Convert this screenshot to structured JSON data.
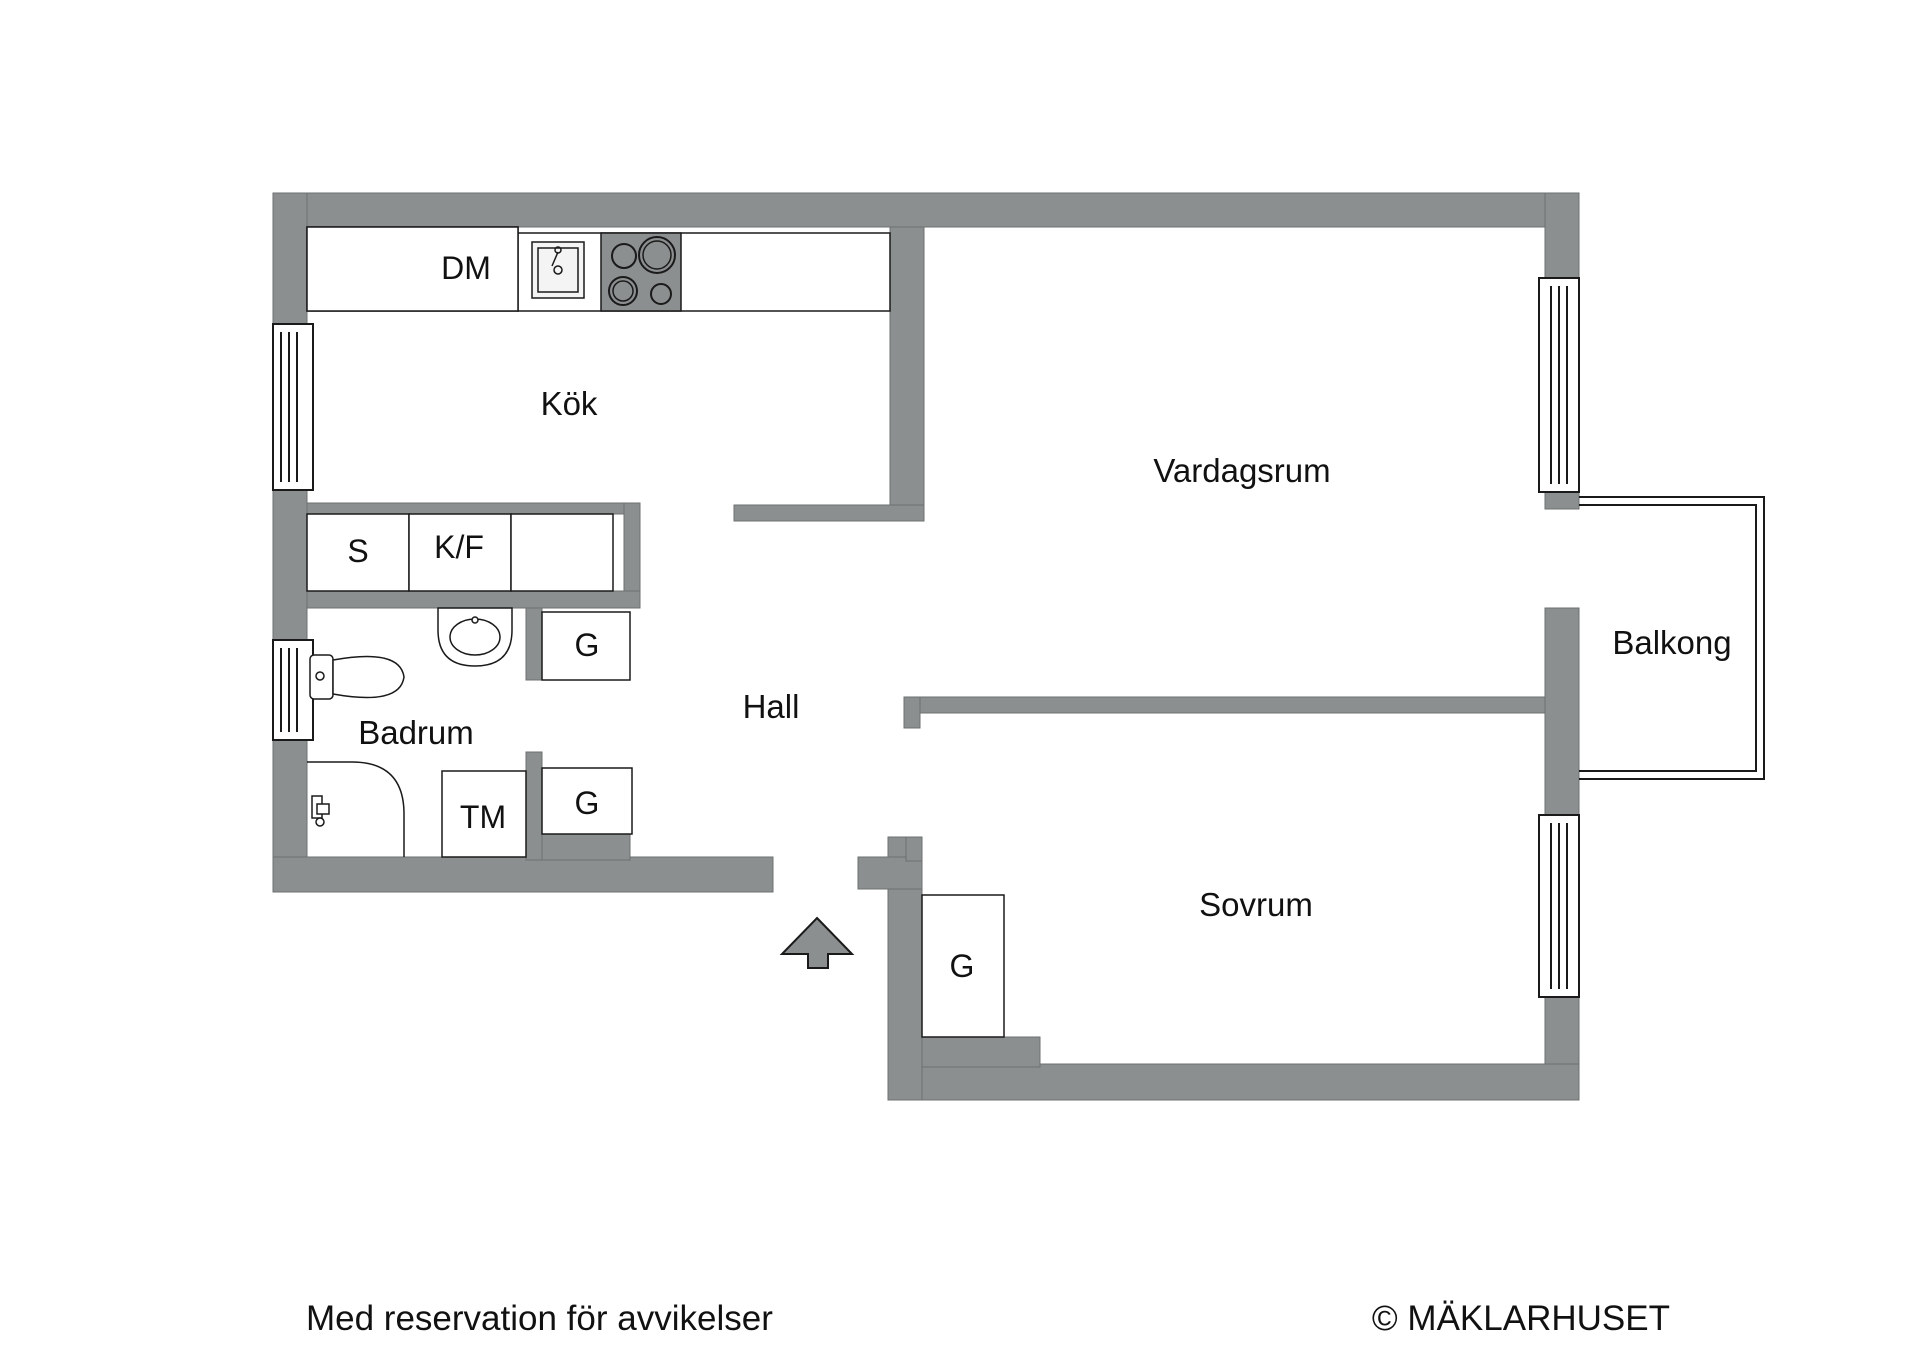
{
  "colors": {
    "wall": "#8c8f8f",
    "wall_edge": "#666666",
    "line": "#1a1a1a",
    "background": "#ffffff"
  },
  "rooms": {
    "kitchen": "Kök",
    "living": "Vardagsrum",
    "hall": "Hall",
    "bathroom": "Badrum",
    "bedroom": "Sovrum",
    "balcony": "Balkong"
  },
  "fixtures": {
    "dishwasher": "DM",
    "storage": "S",
    "fridge_freezer": "K/F",
    "wardrobe_1": "G",
    "wardrobe_2": "G",
    "wardrobe_3": "G",
    "washer": "TM"
  },
  "icons": {
    "entrance": "entrance-arrow-icon",
    "sink": "sink-icon",
    "stove": "stove-icon",
    "toilet": "toilet-icon",
    "basin": "washbasin-icon",
    "shower": "shower-icon"
  },
  "footer": {
    "disclaimer": "Med reservation för avvikelser",
    "copyright": "© MÄKLARHUSET"
  }
}
